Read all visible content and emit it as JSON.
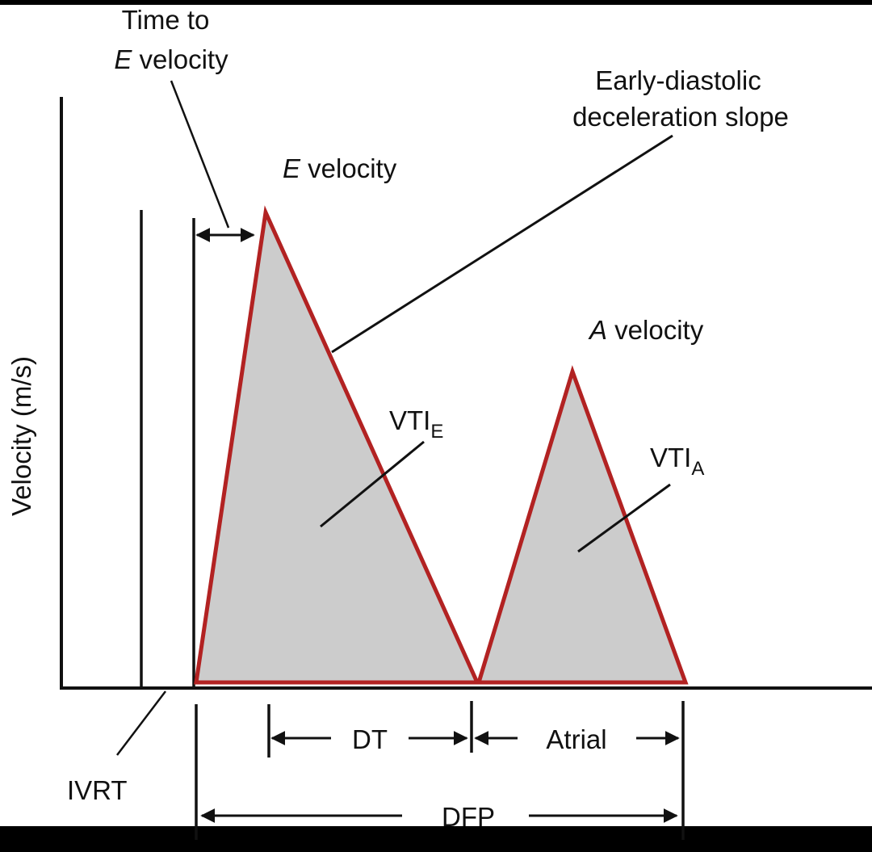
{
  "diagram": {
    "y_axis_label": "Velocity (m/s)",
    "time_to_e_label": {
      "line1": "Time to",
      "line2_italic": "E",
      "line2_rest": " velocity"
    },
    "deceleration_label": {
      "line1": "Early-diastolic",
      "line2": "deceleration slope"
    },
    "e_velocity_label": {
      "italic": "E",
      "rest": " velocity"
    },
    "a_velocity_label": {
      "italic": "A",
      "rest": " velocity"
    },
    "vti_e_label": {
      "main": "VTI",
      "sub": "E"
    },
    "vti_a_label": {
      "main": "VTI",
      "sub": "A"
    },
    "ivrt_label": "IVRT",
    "dt_label": "DT",
    "atrial_label": "Atrial",
    "dfp_label": "DFP",
    "colors": {
      "background": "#ffffff",
      "frame": "#000000",
      "wave_fill": "#cccccc",
      "wave_outline": "#b22222",
      "ink": "#111111"
    }
  }
}
